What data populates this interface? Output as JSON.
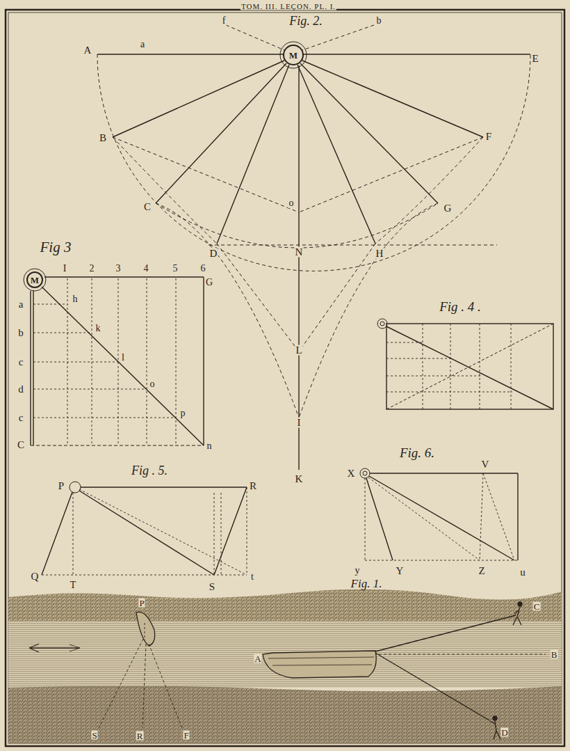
{
  "diagram": {
    "nodes": [
      {
        "text": [
          "M"
        ]
      },
      {
        "text": [
          "M"
        ]
      }
    ],
    "labels": [
      "TOM. III. LEÇON. PL. I.",
      "Fig. 2.",
      "f",
      "b",
      "A",
      "a",
      "E",
      "B",
      "F",
      "C",
      "G",
      "o",
      "D",
      "N",
      "H",
      "L",
      "I",
      "K",
      "Fig 3",
      "I",
      "2",
      "3",
      "4",
      "5",
      "6",
      "G",
      "a",
      "h",
      "b",
      "k",
      "c",
      "l",
      "d",
      "o",
      "c",
      "p",
      "C",
      "n",
      "Fig . 4 .",
      "Fig . 5.",
      "P",
      "R",
      "Q",
      "T",
      "S",
      "t",
      "Fig. 6.",
      "X",
      "V",
      "y",
      "Y",
      "Z",
      "u",
      "Fig. 1.",
      "P",
      "A",
      "B",
      "C",
      "D",
      "S",
      "R",
      "F"
    ]
  }
}
